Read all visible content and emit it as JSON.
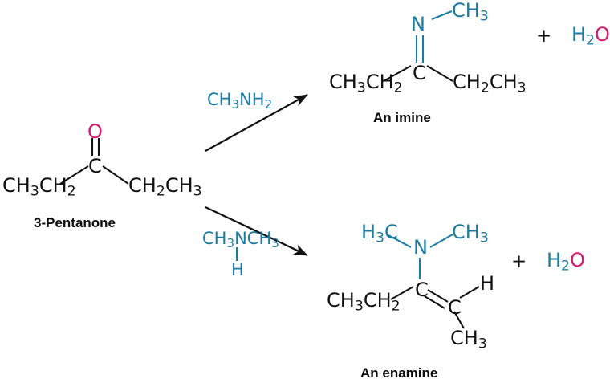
{
  "document": {
    "type": "organic-chemistry-reaction-scheme",
    "topic": "Reaction of 3-Pentanone with primary and secondary amines",
    "background_color": "#ffffff"
  },
  "colors": {
    "teal": "#1b7ba0",
    "magenta": "#d6176f",
    "black": "#111111"
  },
  "reactant": {
    "name_label": "3-Pentanone",
    "left_group": "CH3CH2",
    "left_group_main": "CH",
    "left_group_sub1": "3",
    "left_group_main2": "CH",
    "left_group_sub2": "2",
    "carbonyl_carbon": "C",
    "carbonyl_oxygen": "O",
    "right_group_main": "CH",
    "right_group_sub1": "2",
    "right_group_main2": "CH",
    "right_group_sub2": "3"
  },
  "pathways": [
    {
      "id": "imine-pathway",
      "reagent_label": "CH3NH2",
      "reagent_parts": {
        "c": "CH",
        "c_sub": "3",
        "n": "NH",
        "n_sub": "2"
      },
      "arrow_direction": "up-right",
      "product_caption": "An imine",
      "byproduct_plus": "+",
      "byproduct": {
        "h": "H",
        "h_sub": "2",
        "o": "O"
      }
    },
    {
      "id": "enamine-pathway",
      "reagent_label": "CH3NCH3 H",
      "reagent_parts": {
        "c": "CH",
        "c_sub": "3",
        "n": "NCH",
        "n_sub": "3",
        "h_below": "H"
      },
      "arrow_direction": "down-right",
      "product_caption": "An enamine",
      "byproduct_plus": "+",
      "byproduct": {
        "h": "H",
        "h_sub": "2",
        "o": "O"
      }
    }
  ],
  "imine_product": {
    "caption": "An imine",
    "n_atom": "N",
    "n_methyl_main": "CH",
    "n_methyl_sub": "3",
    "central_carbon": "C",
    "left_ethyl_main1": "CH",
    "left_ethyl_sub1": "3",
    "left_ethyl_main2": "CH",
    "left_ethyl_sub2": "2",
    "right_ethyl_main1": "CH",
    "right_ethyl_sub1": "2",
    "right_ethyl_main2": "CH",
    "right_ethyl_sub2": "3"
  },
  "enamine_product": {
    "caption": "An enamine",
    "n_atom": "N",
    "left_methyl_main": "H",
    "left_methyl_sub": "3",
    "left_methyl_c": "C",
    "right_methyl_main": "CH",
    "right_methyl_sub": "3",
    "vinyl_carbon_1": "C",
    "vinyl_carbon_2": "C",
    "vinyl_hydrogen": "H",
    "left_ethyl_main1": "CH",
    "left_ethyl_sub1": "3",
    "left_ethyl_main2": "CH",
    "left_ethyl_sub2": "2",
    "bottom_methyl_main": "CH",
    "bottom_methyl_sub": "3"
  }
}
